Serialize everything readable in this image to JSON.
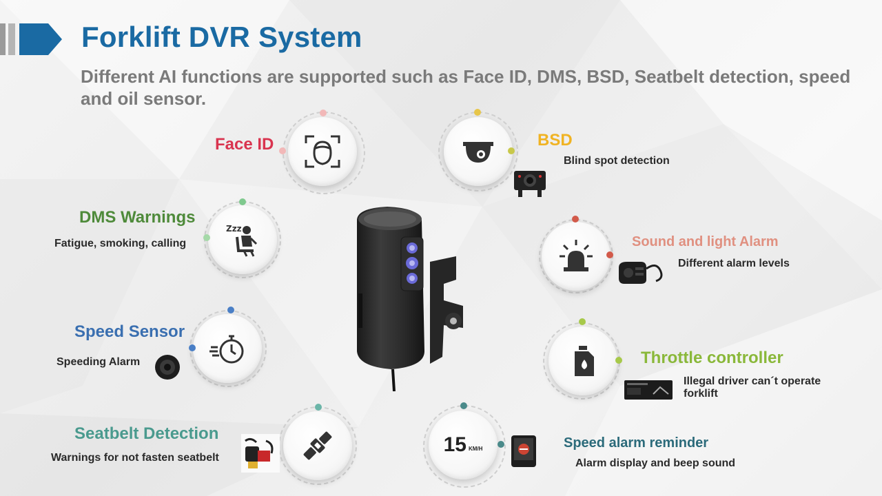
{
  "header": {
    "title": "Forklift DVR System",
    "subtitle": "Different AI functions are supported such as Face ID, DMS, BSD, Seatbelt detection, speed and oil sensor."
  },
  "colors": {
    "title_blue": "#1a6aa3",
    "face_id": "#d9344f",
    "dms": "#4e8a3a",
    "speed_sensor": "#3a6fb0",
    "seatbelt": "#4a9a8e",
    "bsd": "#f0b323",
    "sound_alarm": "#e09080",
    "throttle": "#8ab83a",
    "speed_alarm": "#2b6a7a"
  },
  "features": {
    "face_id": {
      "label": "Face ID",
      "icon": "face-scan-icon"
    },
    "dms": {
      "label": "DMS Warnings",
      "desc": "Fatigue, smoking, calling",
      "icon": "drowsy-driver-icon"
    },
    "speed_sensor": {
      "label": "Speed Sensor",
      "desc": "Speeding Alarm",
      "icon": "stopwatch-icon"
    },
    "seatbelt": {
      "label": "Seatbelt Detection",
      "desc": "Warnings for not fasten seatbelt",
      "icon": "seatbelt-buckle-icon"
    },
    "bsd": {
      "label": "BSD",
      "desc": "Blind spot detection",
      "icon": "dome-camera-icon"
    },
    "sound_alarm": {
      "label": "Sound and light Alarm",
      "desc": "Different alarm levels",
      "icon": "alarm-light-icon"
    },
    "throttle": {
      "label": "Throttle controller",
      "desc": "Illegal driver can´t operate forklift",
      "icon": "oil-can-icon"
    },
    "speed_alarm": {
      "label": "Speed alarm reminder",
      "desc": "Alarm display and beep sound",
      "icon": "speed-display-icon",
      "speed_value": "15",
      "speed_unit": "KM/H"
    }
  }
}
